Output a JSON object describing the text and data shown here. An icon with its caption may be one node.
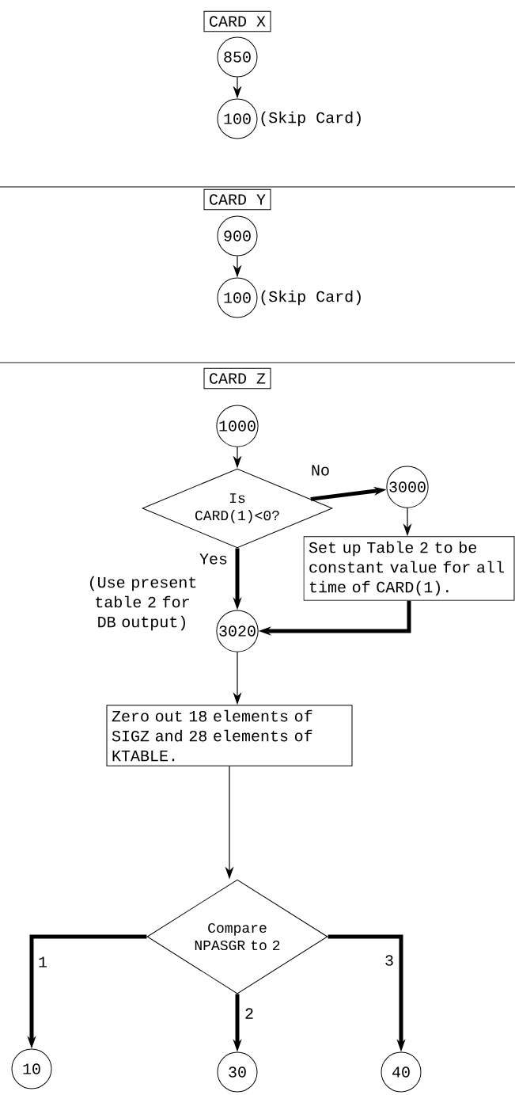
{
  "diagram": {
    "nodes": [
      {
        "text": [
          "CARD X"
        ]
      },
      {
        "text": [
          "850"
        ]
      },
      {
        "text": [
          "100"
        ],
        "beside": [
          "(Skip Card)"
        ]
      },
      {
        "text": [
          "CARD Y"
        ]
      },
      {
        "text": [
          "900"
        ]
      },
      {
        "text": [
          "100"
        ],
        "beside": [
          "(Skip Card)"
        ]
      },
      {
        "text": [
          "CARD Z"
        ]
      },
      {
        "text": [
          "1000"
        ]
      },
      {
        "text": [
          "Is CARD(1)<0?"
        ]
      },
      {
        "text": [
          "3000"
        ]
      },
      {
        "text": [
          "Set up Table 2 to be constant value for all time of CARD(1)."
        ]
      },
      {
        "text": [
          "3020"
        ],
        "beside": [
          "(Use present table 2 for DB output)"
        ]
      },
      {
        "text": [
          "Zero out 18 elements of SIGZ and 28 elements of KTABLE."
        ]
      },
      {
        "text": [
          "Compare NPASGR to 2"
        ]
      },
      {
        "text": [
          "10"
        ]
      },
      {
        "text": [
          "30"
        ]
      },
      {
        "text": [
          "40"
        ]
      }
    ],
    "edges": [
      {
        "from": 1,
        "to": 2,
        "arrow": "to"
      },
      {
        "from": 4,
        "to": 5,
        "arrow": "to"
      },
      {
        "from": 7,
        "to": 8,
        "arrow": "to"
      },
      {
        "from": 8,
        "to": 9,
        "arrow": "to",
        "label": "No",
        "style": "thick"
      },
      {
        "from": 8,
        "to": 11,
        "arrow": "to",
        "label": "Yes",
        "style": "thick"
      },
      {
        "from": 9,
        "to": 10,
        "arrow": "to"
      },
      {
        "from": 10,
        "to": 11,
        "arrow": "to",
        "style": "thick"
      },
      {
        "from": 11,
        "to": 12,
        "arrow": "to"
      },
      {
        "from": 12,
        "to": 13,
        "arrow": "to"
      },
      {
        "from": 13,
        "to": 14,
        "arrow": "to",
        "label": "1",
        "style": "thick"
      },
      {
        "from": 13,
        "to": 15,
        "arrow": "to",
        "label": "2",
        "style": "thick"
      },
      {
        "from": 13,
        "to": 16,
        "arrow": "to",
        "label": "3",
        "style": "thick"
      }
    ]
  }
}
